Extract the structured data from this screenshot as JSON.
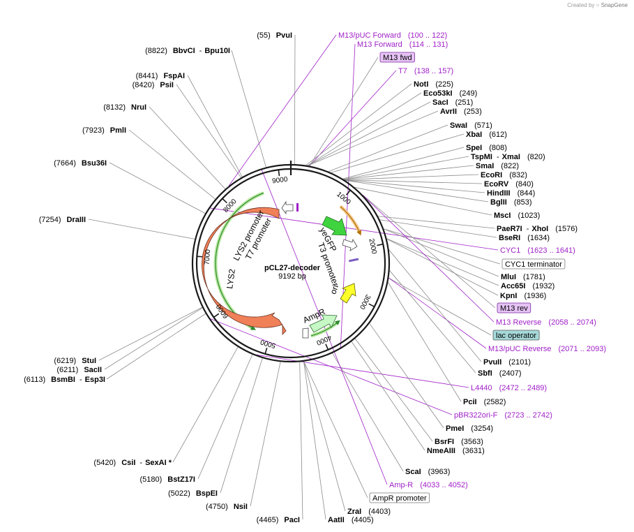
{
  "credit": {
    "prefix": "Created by",
    "brand": "SnapGene"
  },
  "plasmid": {
    "name": "pCL27-decoder",
    "size": "9192 bp"
  },
  "ticks": [
    "1000",
    "2000",
    "3000",
    "4000",
    "5000",
    "6000",
    "7000",
    "8000",
    "9000"
  ],
  "features": [
    {
      "name": "LYS2",
      "color": "#f08058"
    },
    {
      "name": "LYS2 promoter"
    },
    {
      "name": "T7 promoter"
    },
    {
      "name": "yeGFP",
      "color": "#3fd43f"
    },
    {
      "name": "T3 promoter"
    },
    {
      "name": "ori",
      "color": "#ffff2a"
    },
    {
      "name": "AmpR",
      "color": "#c6f8c6"
    }
  ],
  "labels_left": [
    {
      "pos": "(55)",
      "name": "PvuI"
    },
    {
      "pos": "(8822)",
      "name": "BbvCI",
      "name2": "Bpu10I"
    },
    {
      "pos": "(8441)",
      "name": "FspAI"
    },
    {
      "pos": "(8420)",
      "name": "PsiI"
    },
    {
      "pos": "(8132)",
      "name": "NruI"
    },
    {
      "pos": "(7923)",
      "name": "PmlI"
    },
    {
      "pos": "(7664)",
      "name": "Bsu36I"
    },
    {
      "pos": "(7254)",
      "name": "DraIII"
    },
    {
      "pos": "(6219)",
      "name": "StuI"
    },
    {
      "pos": "(6211)",
      "name": "SacII"
    },
    {
      "pos": "(6113)",
      "name": "BsmBI",
      "name2": "Esp3I"
    },
    {
      "pos": "(5420)",
      "name": "CsiI",
      "name2": "SexAI *"
    },
    {
      "pos": "(5180)",
      "name": "BstZ17I"
    },
    {
      "pos": "(5022)",
      "name": "BspEI"
    },
    {
      "pos": "(4750)",
      "name": "NsiI"
    },
    {
      "pos": "(4465)",
      "name": "PacI"
    }
  ],
  "labels_right": [
    {
      "type": "primer",
      "name": "M13/pUC Forward",
      "range": "(100 .. 122)"
    },
    {
      "type": "primer",
      "name": "M13 Forward",
      "range": "(114 .. 131)"
    },
    {
      "type": "box",
      "name": "M13 fwd",
      "fill": "#e6c3f5",
      "stroke": "#7a2a9a"
    },
    {
      "type": "primer",
      "name": "T7",
      "range": "(138 .. 157)"
    },
    {
      "type": "enz",
      "name": "NotI",
      "pos": "(225)"
    },
    {
      "type": "enz",
      "name": "Eco53kI",
      "pos": "(249)"
    },
    {
      "type": "enz",
      "name": "SacI",
      "pos": "(251)"
    },
    {
      "type": "enz",
      "name": "AvrII",
      "pos": "(253)"
    },
    {
      "type": "enz",
      "name": "SwaI",
      "pos": "(571)"
    },
    {
      "type": "enz",
      "name": "XbaI",
      "pos": "(612)"
    },
    {
      "type": "enz",
      "name": "SpeI",
      "pos": "(808)"
    },
    {
      "type": "enz",
      "name": "TspMI",
      "name2": "XmaI",
      "pos": "(820)"
    },
    {
      "type": "enz",
      "name": "SmaI",
      "pos": "(822)"
    },
    {
      "type": "enz",
      "name": "EcoRI",
      "pos": "(832)"
    },
    {
      "type": "enz",
      "name": "EcoRV",
      "pos": "(840)"
    },
    {
      "type": "enz",
      "name": "HindIII",
      "pos": "(844)"
    },
    {
      "type": "enz",
      "name": "BglII",
      "pos": "(853)"
    },
    {
      "type": "enz",
      "name": "MscI",
      "pos": "(1023)"
    },
    {
      "type": "enz",
      "name": "PaeR7I",
      "name2": "XhoI",
      "pos": "(1576)"
    },
    {
      "type": "enz",
      "name": "BseRI",
      "pos": "(1634)"
    },
    {
      "type": "primer",
      "name": "CYC1",
      "range": "(1623 .. 1641)"
    },
    {
      "type": "box",
      "name": "CYC1 terminator",
      "fill": "#ffffff",
      "stroke": "#777777"
    },
    {
      "type": "enz",
      "name": "MluI",
      "pos": "(1781)"
    },
    {
      "type": "enz",
      "name": "Acc65I",
      "pos": "(1932)"
    },
    {
      "type": "enz",
      "name": "KpnI",
      "pos": "(1936)"
    },
    {
      "type": "box",
      "name": "M13 rev",
      "fill": "#e6c3f5",
      "stroke": "#7a2a9a"
    },
    {
      "type": "primer",
      "name": "M13 Reverse",
      "range": "(2058 .. 2074)"
    },
    {
      "type": "box",
      "name": "lac operator",
      "fill": "#a6d8d8",
      "stroke": "#555555"
    },
    {
      "type": "primer",
      "name": "M13/pUC Reverse",
      "range": "(2071 .. 2093)"
    },
    {
      "type": "enz",
      "name": "PvuII",
      "pos": "(2101)"
    },
    {
      "type": "enz",
      "name": "SbfI",
      "pos": "(2407)"
    },
    {
      "type": "primer",
      "name": "L4440",
      "range": "(2472 .. 2489)"
    },
    {
      "type": "enz",
      "name": "PciI",
      "pos": "(2582)"
    },
    {
      "type": "primer",
      "name": "pBR322ori-F",
      "range": "(2723 .. 2742)"
    },
    {
      "type": "enz",
      "name": "PmeI",
      "pos": "(3254)"
    },
    {
      "type": "enz",
      "name": "BsrFI",
      "pos": "(3563)"
    },
    {
      "type": "enz",
      "name": "NmeAIII",
      "pos": "(3631)"
    },
    {
      "type": "enz",
      "name": "ScaI",
      "pos": "(3963)"
    },
    {
      "type": "primer",
      "name": "Amp-R",
      "range": "(4033 .. 4052)"
    },
    {
      "type": "box",
      "name": "AmpR promoter",
      "fill": "#ffffff",
      "stroke": "#777777"
    },
    {
      "type": "enz",
      "name": "ZraI",
      "pos": "(4403)"
    },
    {
      "type": "enz",
      "name": "AatII",
      "pos": "(4405)"
    }
  ]
}
